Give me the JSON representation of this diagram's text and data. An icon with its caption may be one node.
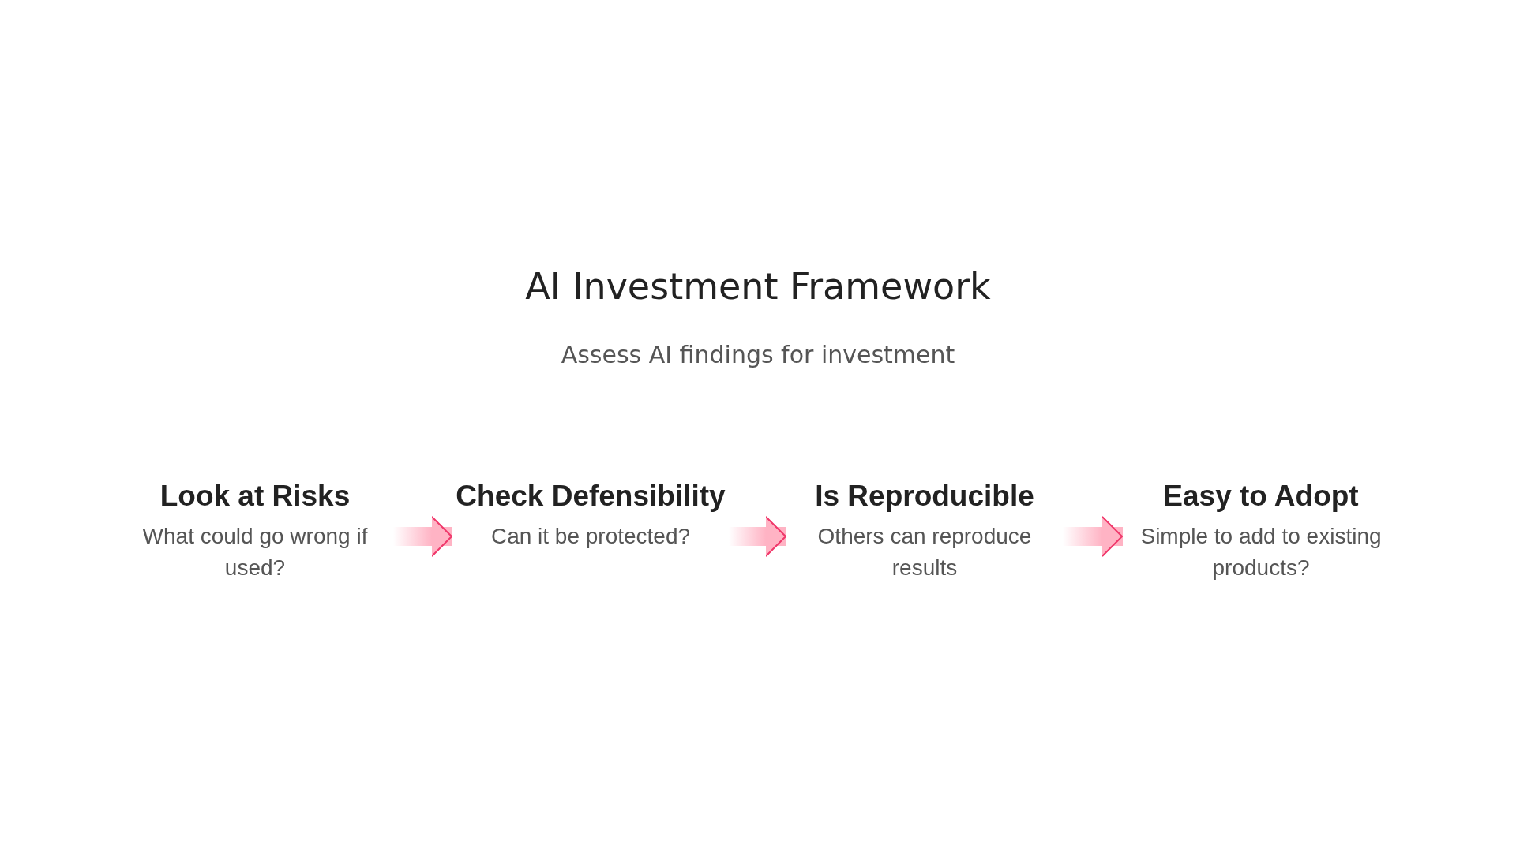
{
  "diagram": {
    "title": "AI Investment Framework",
    "caption": "Assess AI findings for investment",
    "nodes": [
      {
        "text": [
          "Look at Risks",
          "What could go wrong if used?"
        ]
      },
      {
        "text": [
          "Check Defensibility",
          "Can it be protected?"
        ]
      },
      {
        "text": [
          "Is Reproducible",
          "Others can reproduce results"
        ]
      },
      {
        "text": [
          "Easy to Adopt",
          "Simple to add to existing products?"
        ]
      }
    ],
    "edges": [
      {
        "from": 0,
        "to": 1,
        "arrow": "to"
      },
      {
        "from": 1,
        "to": 2,
        "arrow": "to"
      },
      {
        "from": 2,
        "to": 3,
        "arrow": "to"
      }
    ]
  }
}
